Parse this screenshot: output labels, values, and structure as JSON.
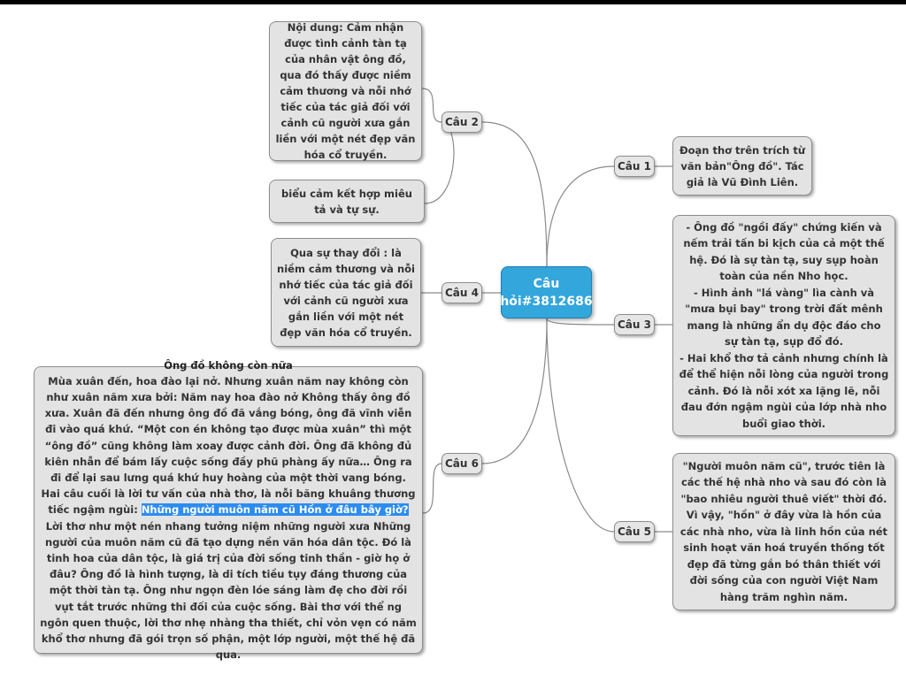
{
  "center": {
    "label": "Câu hỏi#3812686"
  },
  "nodes": {
    "cau1": "Câu 1",
    "cau2": "Câu 2",
    "cau3": "Câu 3",
    "cau4": "Câu 4",
    "cau5": "Câu 5",
    "cau6": "Câu 6"
  },
  "boxes": {
    "cau2_noi_dung": "Nội dung: Cảm nhận được tình cảnh tàn tạ của nhân vật ông đồ, qua đó thấy được niềm cảm thương và nỗi nhớ tiếc của tác giả đối với cảnh cũ người xưa gắn liền với một nét đẹp văn hóa cổ truyền.",
    "cau2_bieu_cam": "biểu cảm kết hợp miêu tả và tự sự.",
    "cau4_text": "Qua sự thay đổi : là niềm cảm thương và nỗi nhớ tiếc của tác giả đối với cảnh cũ người xưa gắn liền với một nét đẹp văn hóa cổ truyền.",
    "cau1_text": "Đoạn thơ trên trích từ văn bản\"Ông đồ\". Tác giả là Vũ Đình Liên.",
    "cau3_p1": "- Ông đồ \"ngồi đấy\" chứng kiến và nếm trải tấn bi kịch của cả một thế hệ. Đó là sự tàn tạ, suy sụp hoàn toàn của nền Nho học.",
    "cau3_p2": "- Hình ảnh \"lá vàng\" lìa cành và \"mưa bụi bay\" trong trời đất mênh mang là những ẩn dụ độc đáo cho sự tàn tạ, sụp đổ đó.",
    "cau3_p3": "- Hai khổ thơ tả cảnh nhưng chính là để thể hiện nỗi lòng của người trong cảnh. Đó là nỗi xót xa lặng lẽ, nỗi đau đớn ngậm ngùi của lớp nhà nho buổi giao thời.",
    "cau5_text": "\"Người muôn năm cũ\", trước tiên là các thế hệ nhà nho và sau đó còn là \"bao nhiêu người thuê viết\" thời đó. Vì vậy, \"hồn\" ở đây vừa là hồn của các nhà nho, vừa là linh hồn của nét sinh hoạt văn hoá truyền thống tốt đẹp đã từng gắn bó thân thiết với đời sống của con người Việt Nam hàng trăm nghìn năm.",
    "cau6_title": "Ông đồ không còn nữa",
    "cau6_text_a": "Mùa xuân đến, hoa đào lại nở. Nhưng xuân năm nay không còn như xuân năm xưa bởi: Năm nay hoa đào nở Không thấy ông đồ xưa. Xuân đã đến nhưng ông đồ đã vắng bóng, ông đã vĩnh viễn đi vào quá khứ. “Một con én không tạo được mùa xuân” thì một “ông đồ” cũng không làm xoay được cảnh đời. Ông đã không đủ kiên nhẫn để bám lấy cuộc sống đầy phũ phàng ấy nữa… Ông ra đi để lại sau lưng quá khứ huy hoàng của một thời vang bóng. Hai câu cuối là lời tư vấn của nhà thơ, là nỗi băng khuâng thương tiếc ngậm ngùi: ",
    "cau6_highlight": "Những người muôn năm cũ Hồn ở đâu bây giờ?",
    "cau6_text_b": " Lời thơ như một nén nhang tưởng niệm những người xưa Những người của muôn năm cũ đã tạo dựng nền văn hóa dân tộc. Đó là tinh hoa của dân tộc, là giá trị của đời sống tinh thần - giờ họ ở đâu? Ông đồ là hình tượng, là di tích tiều tụy đáng thương của một thời tàn tạ. Ông như ngọn đèn lóe sáng làm đẹ cho đời rồi vụt tắt trước những thi đối của cuộc sống. Bài thơ với thể ng ngôn quen thuộc, lời thơ nhẹ nhàng tha thiết, chỉ vỏn vẹn có năm khổ thơ nhưng đã gói trọn số phận, một lớp người, một thế hệ đã qua."
  },
  "colors": {
    "center_fill": "#33a6dc",
    "node_fill": "#e6e6e6",
    "line": "#8a8a8a",
    "highlight": "#2d8cf0"
  }
}
